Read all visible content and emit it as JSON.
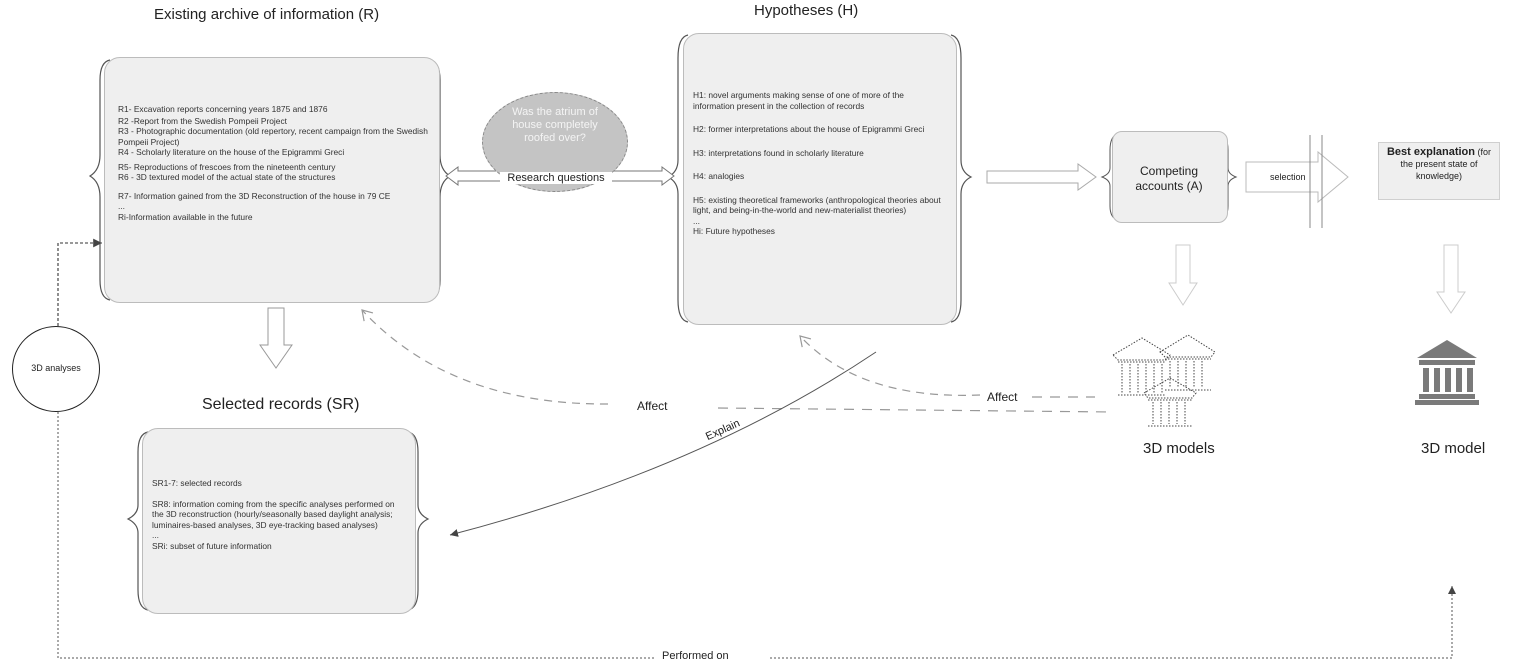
{
  "headings": {
    "archive": "Existing archive of information (R)",
    "hypotheses": "Hypotheses (H)",
    "selected": "Selected records (SR)",
    "models": "3D models",
    "model": "3D model"
  },
  "archive_items": [
    "R1- Excavation reports concerning years 1875 and 1876",
    "R2 -Report from the Swedish Pompeii Project",
    "R3 - Photographic documentation (old repertory,  recent campaign from the Swedish Pompeii Project)",
    "R4 - Scholarly literature on the house of the Epigrammi Greci",
    "R5- Reproductions of frescoes from the nineteenth century",
    "R6 - 3D textured model of the actual state of the structures",
    "R7- Information gained from the 3D Reconstruction of the house in 79 CE",
    "...",
    "Ri-Information available in the future"
  ],
  "hypotheses_items": [
    "H1: novel arguments making sense of one of more of the information present in the collection of records",
    "H2: former interpretations about the house of Epigrammi Greci",
    "H3: interpretations found in scholarly literature",
    "H4: analogies",
    "H5: existing theoretical frameworks (anthropological theories about light, and being-in-the-world and new-materialist theories)",
    "...",
    "Hi: Future hypotheses"
  ],
  "selected_items": [
    "SR1-7:  selected records",
    "SR8: information coming from the specific analyses performed on the 3D reconstruction (hourly/seasonally based daylight analysis; luminaires-based analyses, 3D eye-tracking based analyses)",
    "...",
    "SRi: subset of future information"
  ],
  "question": "Was the atrium of house completely roofed over?",
  "labels": {
    "research_questions": "Research questions",
    "competing": "Competing accounts (A)",
    "selection": "selection",
    "best_bold": "Best explanation",
    "best_rest": " (for the present state of knowledge)",
    "analyses": "3D analyses",
    "affect_left": "Affect",
    "affect_right": "Affect",
    "explain": "Explain",
    "performed": "Performed on"
  },
  "colors": {
    "box_fill": "#efefef",
    "question_fill": "#c4c4c4",
    "icon": "#7a7a7a"
  }
}
